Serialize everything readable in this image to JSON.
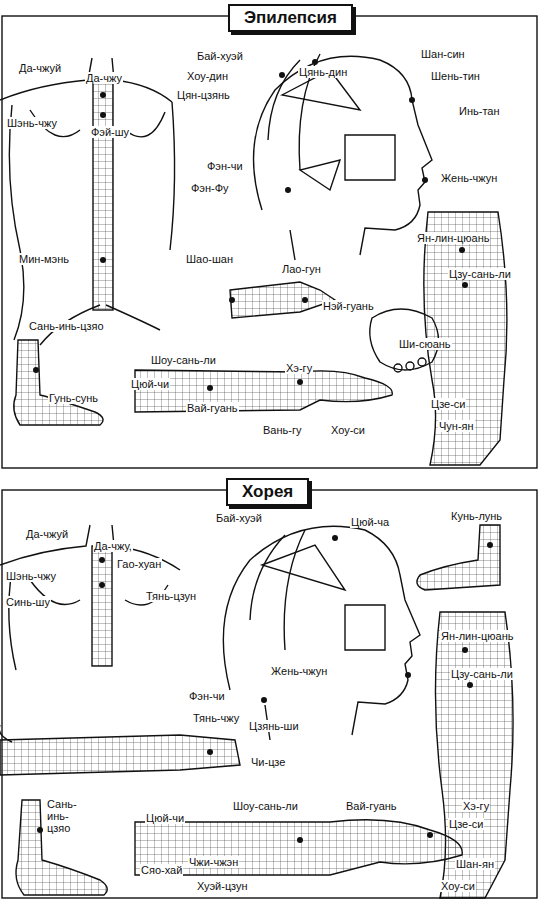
{
  "diagram": {
    "nodes": [
      {
        "text": [
          "Эпилепсия"
        ]
      },
      {
        "text": [
          "Хорея"
        ]
      }
    ],
    "labels": [
      "Да-чжуй",
      "Да-чжу",
      "Шэнь-чжу",
      "Фэй-шу",
      "Мин-мэнь",
      "Бай-хуэй",
      "Хоу-дин",
      "Цян-цзянь",
      "Цянь-дин",
      "Шан-син",
      "Шень-тин",
      "Инь-тан",
      "Фэн-чи",
      "Фэн-Фу",
      "Жень-чжун",
      "Ян-лин-цюань",
      "Цзу-сань-ли",
      "Шао-шан",
      "Лао-гун",
      "Нэй-гуань",
      "Ши-сюань",
      "Сань-инь-цзяо",
      "Гунь-сунь",
      "Шоу-сань-ли",
      "Хэ-гу",
      "Цюй-чи",
      "Вай-гуань",
      "Вань-гу",
      "Хоу-си",
      "Цзе-си",
      "Чун-ян",
      "Да-чжуй",
      "Бай-хуэй",
      "Цюй-ча",
      "Кунь-лунь",
      "Да-чжу,",
      "Шэнь-чжу",
      "Гао-хуан",
      "Синь-шу",
      "Тянь-цзун",
      "Фэн-чи",
      "Жень-чжун",
      "Тянь-чжу",
      "Ян-лин-цюань",
      "Цзу-сань-ли",
      "Цзянь-ши",
      "Чи-цзе",
      "Шоу-сань-ли",
      "Сань- инь-цзяо",
      "Цюй-чи",
      "Вай-гуань",
      "Хэ-гу",
      "Чжи-чжэн",
      "Сяо-хай",
      "Хуэй-цзун",
      "Хоу-си",
      "Шан-ян",
      "Цзе-си"
    ]
  }
}
